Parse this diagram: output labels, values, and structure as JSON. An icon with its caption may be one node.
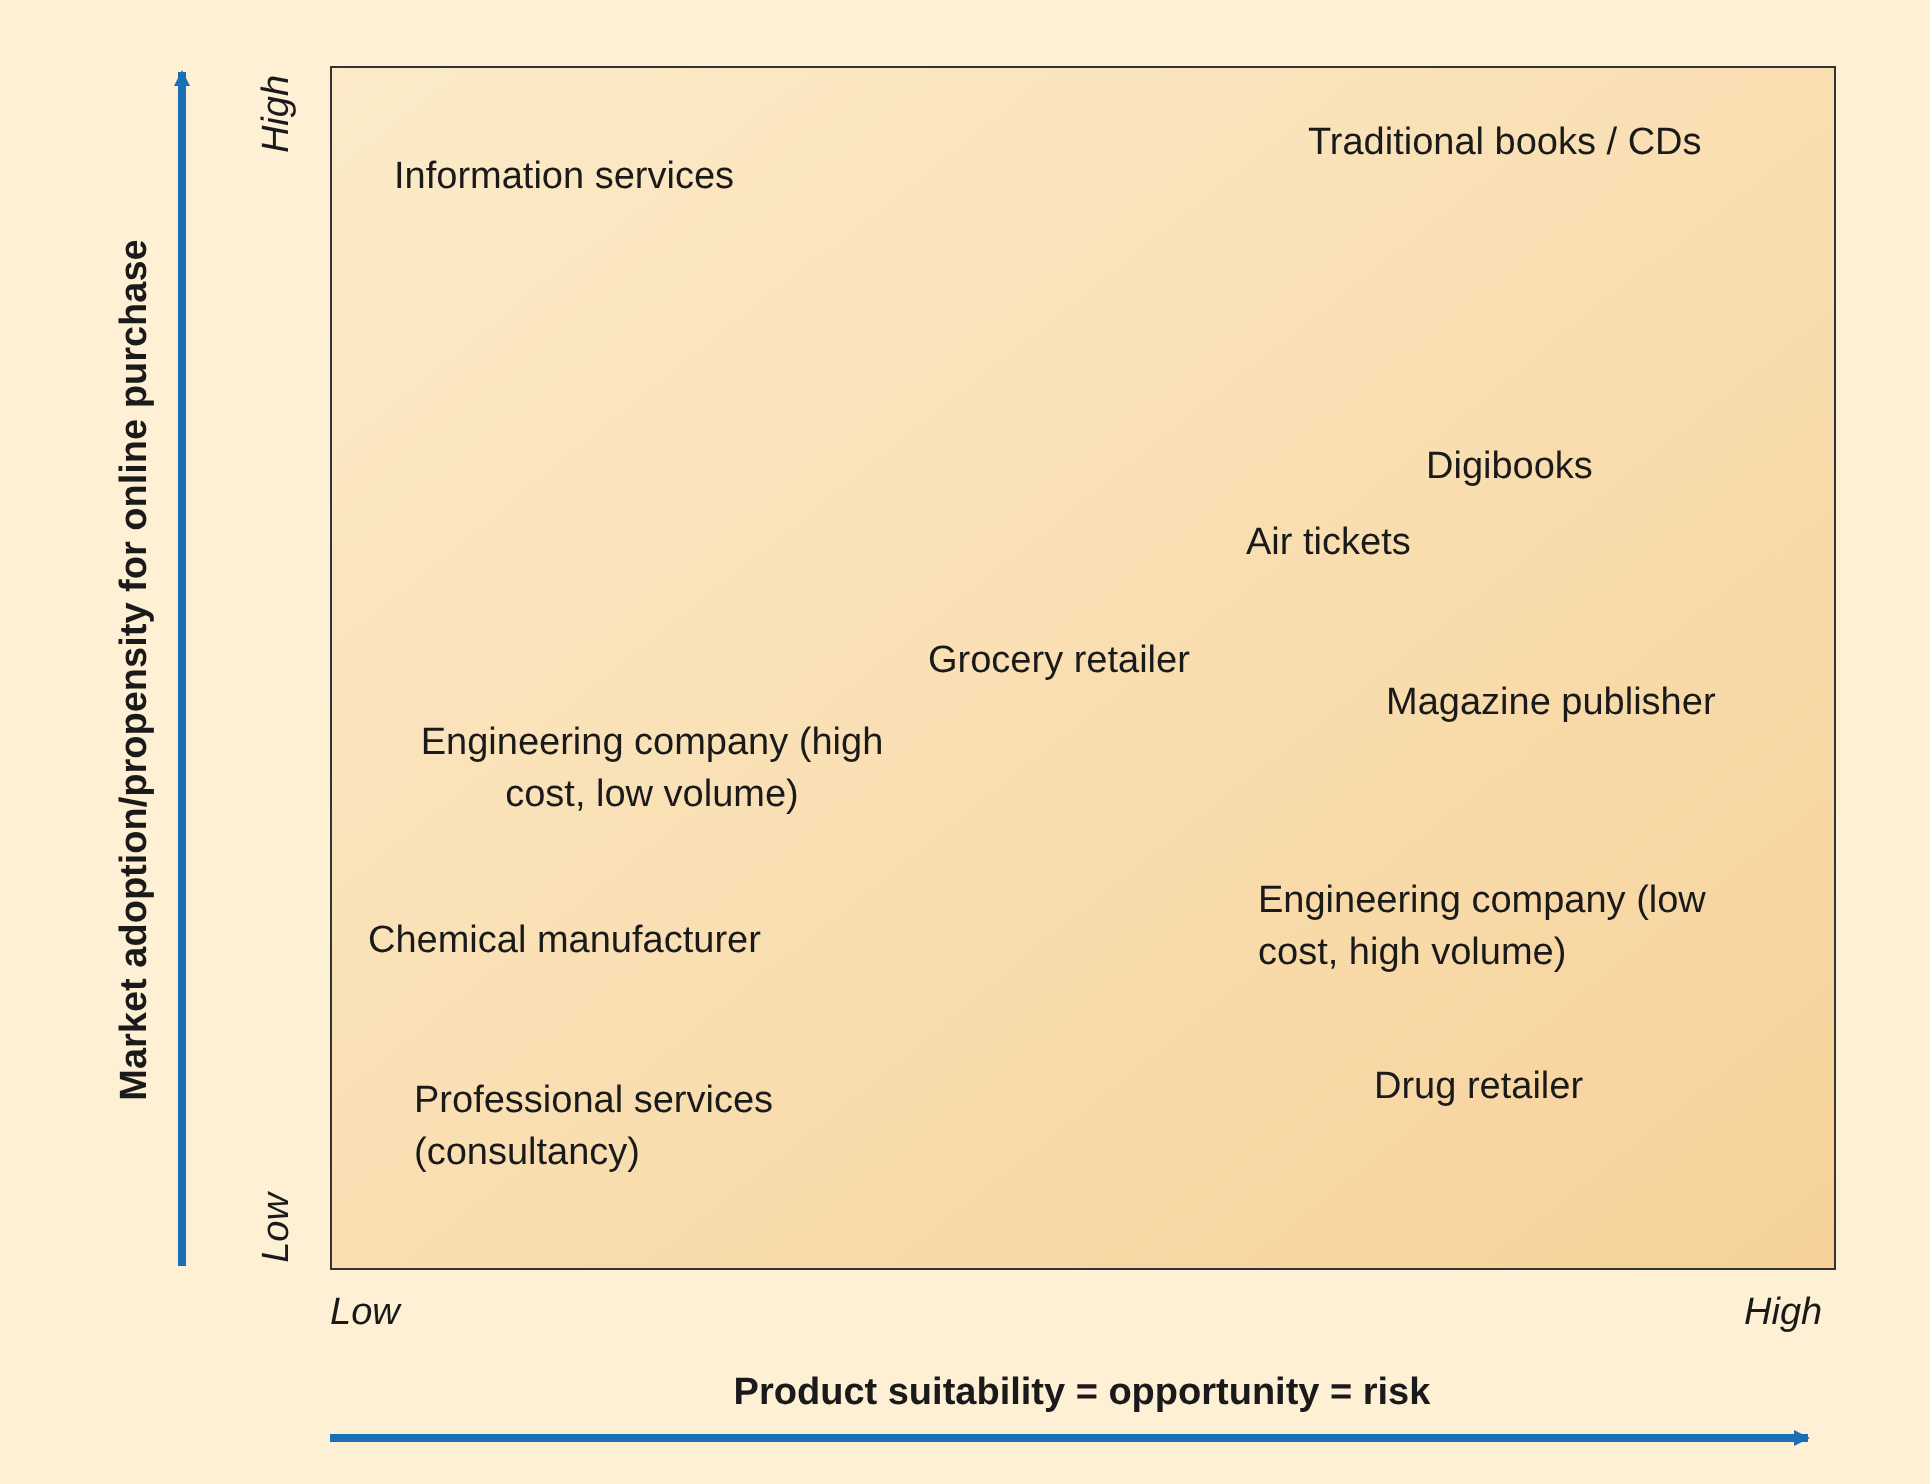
{
  "diagram": {
    "labels": [
      "Market adoption/propensity for online purchase",
      "High",
      "Information services",
      "Traditional books / CDs",
      "Digibooks",
      "Air tickets",
      "Grocery retailer",
      "Magazine publisher",
      "Engineering company (high cost, low volume)",
      "Chemical manufacturer",
      "Engineering company (low cost, high volume)",
      "Drug retailer",
      "Professional services (consultancy)",
      "Low",
      "Low",
      "High",
      "Product suitability = opportunity = risk"
    ]
  }
}
